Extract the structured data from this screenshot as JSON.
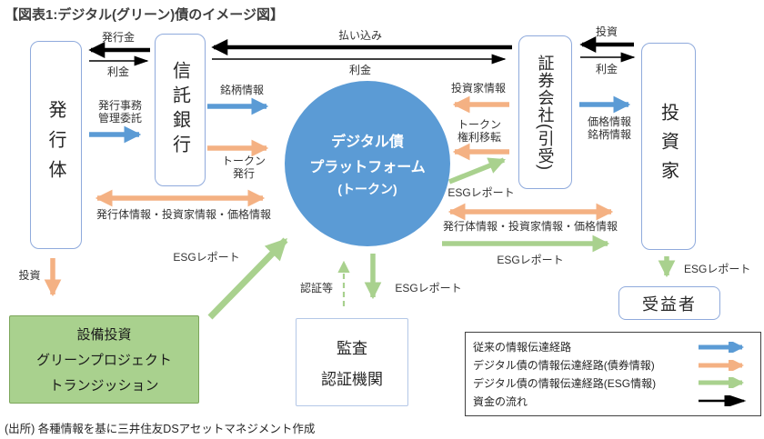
{
  "title": "【図表1:デジタル(グリーン)債のイメージ図】",
  "source": "(出所) 各種情報を基に三井住友DSアセットマネジメント作成",
  "colors": {
    "conventional_route_blue": "#5B9BD5",
    "bond_info_orange": "#F4B183",
    "esg_info_green": "#A9D18E",
    "money_flow_black": "#000000",
    "platform_circle_fill": "#5B9BD5",
    "green_project_fill": "#A9D18E",
    "node_border": "#8FAADC"
  },
  "nodes": {
    "issuer": "発行体",
    "trust_bank": "信託銀行",
    "platform": {
      "line1": "デジタル債",
      "line2": "プラットフォーム",
      "line3": "(トークン)"
    },
    "securities": "証券会社(引受)",
    "investor": "投資家",
    "beneficiary": "受益者",
    "audit": {
      "line1": "監査",
      "line2": "認証機関"
    },
    "green_project": {
      "line1": "設備投資",
      "line2": "グリーンプロジェクト",
      "line3": "トランジッション"
    }
  },
  "labels": {
    "issue_money": "発行金",
    "interest_left": "利金",
    "payment": "払い込み",
    "interest_center": "利金",
    "investment_top": "投資",
    "interest_right": "利金",
    "admin_line1": "発行事務",
    "admin_line2": "管理委託",
    "brand_info": "銘柄情報",
    "token_issue_line1": "トークン",
    "token_issue_line2": "発行",
    "investor_info": "投資家情報",
    "token_transfer_line1": "トークン",
    "token_transfer_line2": "権利移転",
    "price_info_line1": "価格情報",
    "price_info_line2": "銘柄情報",
    "combo_left": "発行体情報・投資家情報・価格情報",
    "combo_right": "発行体情報・投資家情報・価格情報",
    "esg_report_securities": "ESGレポート",
    "esg_report_investor": "ESGレポート",
    "esg_report_beneficiary": "ESGレポート",
    "esg_report_audit": "ESGレポート",
    "esg_report_greenbox": "ESGレポート",
    "certification": "認証等",
    "investment_down": "投資"
  },
  "legend": {
    "items": [
      {
        "label": "従来の情報伝達経路",
        "color": "#5B9BD5"
      },
      {
        "label": "デジタル債の情報伝達経路(債券情報)",
        "color": "#F4B183"
      },
      {
        "label": "デジタル債の情報伝達経路(ESG情報)",
        "color": "#A9D18E"
      },
      {
        "label": "資金の流れ",
        "color": "#000000"
      }
    ]
  }
}
